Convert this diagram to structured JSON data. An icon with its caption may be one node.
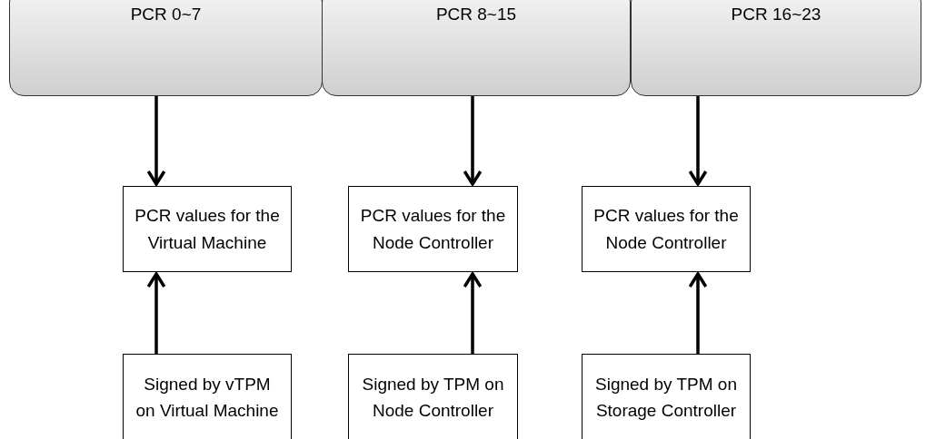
{
  "diagram": {
    "nodes": [
      {
        "text": [
          "PCR 0~7"
        ]
      },
      {
        "text": [
          "PCR 8~15"
        ]
      },
      {
        "text": [
          "PCR 16~23"
        ]
      },
      {
        "text": [
          "PCR values for the Virtual Machine"
        ]
      },
      {
        "text": [
          "PCR values for the Node Controller"
        ]
      },
      {
        "text": [
          "PCR values for the Node Controller"
        ]
      },
      {
        "text": [
          "Signed by vTPM on Virtual Machine"
        ]
      },
      {
        "text": [
          "Signed by TPM on Node Controller"
        ]
      },
      {
        "text": [
          "Signed by TPM on Storage Controller"
        ]
      }
    ],
    "edges": [
      {
        "from": 0,
        "to": 3,
        "arrow": "to"
      },
      {
        "from": 1,
        "to": 4,
        "arrow": "to"
      },
      {
        "from": 2,
        "to": 5,
        "arrow": "to"
      },
      {
        "from": 6,
        "to": 3,
        "arrow": "to"
      },
      {
        "from": 7,
        "to": 4,
        "arrow": "to"
      },
      {
        "from": 8,
        "to": 5,
        "arrow": "to"
      }
    ]
  }
}
